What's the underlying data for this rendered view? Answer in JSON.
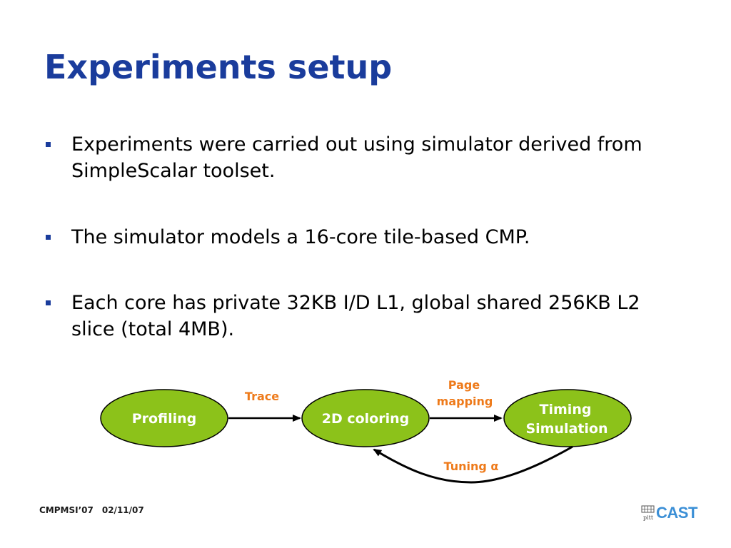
{
  "slide": {
    "title": "Experiments setup",
    "bullets": [
      "Experiments were carried out using simulator derived from SimpleScalar toolset.",
      "The simulator models a 16-core tile-based CMP.",
      "Each core has private 32KB I/D L1, global shared 256KB L2 slice (total 4MB)."
    ]
  },
  "diagram": {
    "nodes": {
      "profiling": "Profiling",
      "coloring": "2D coloring",
      "timing_line1": "Timing",
      "timing_line2": "Simulation"
    },
    "edges": {
      "trace": "Trace",
      "page_mapping_line1": "Page",
      "page_mapping_line2": "mapping",
      "tuning": "Tuning α"
    },
    "colors": {
      "node_fill": "#8cc21a",
      "edge_label": "#ee7a1a",
      "title": "#1a3c9c"
    }
  },
  "footer": {
    "conference": "CMPMSI’07",
    "date": "02/11/07",
    "logo_text": "CAST",
    "logo_mark_text": "pitt"
  }
}
